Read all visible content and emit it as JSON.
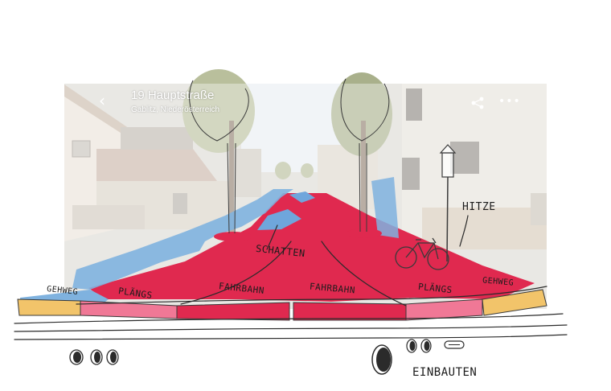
{
  "street_view": {
    "title": "19 Hauptstraße",
    "subtitle": "Gablitz, Niederösterreich",
    "back_icon": "chevron-left-icon",
    "share_icon": "share-icon",
    "more_icon": "more-dots-icon"
  },
  "labels": {
    "shade": "SCHATTEN",
    "heat": "HITZE",
    "sidewalk_left": "GEHWEG",
    "parking_left": "PLÄNGS",
    "lane_left": "FAHRBAHN",
    "lane_right": "FAHRBAHN",
    "parking_right": "PLÄNGS",
    "sidewalk_right": "GEHWEG",
    "installations": "EINBAUTEN"
  },
  "colors": {
    "roadway": "#e0294f",
    "sidewalk": "#7fb2df",
    "parking_strip": "#f07896",
    "sidewalk_curb": "#f2c46a",
    "shade": "#6fa6dc"
  }
}
